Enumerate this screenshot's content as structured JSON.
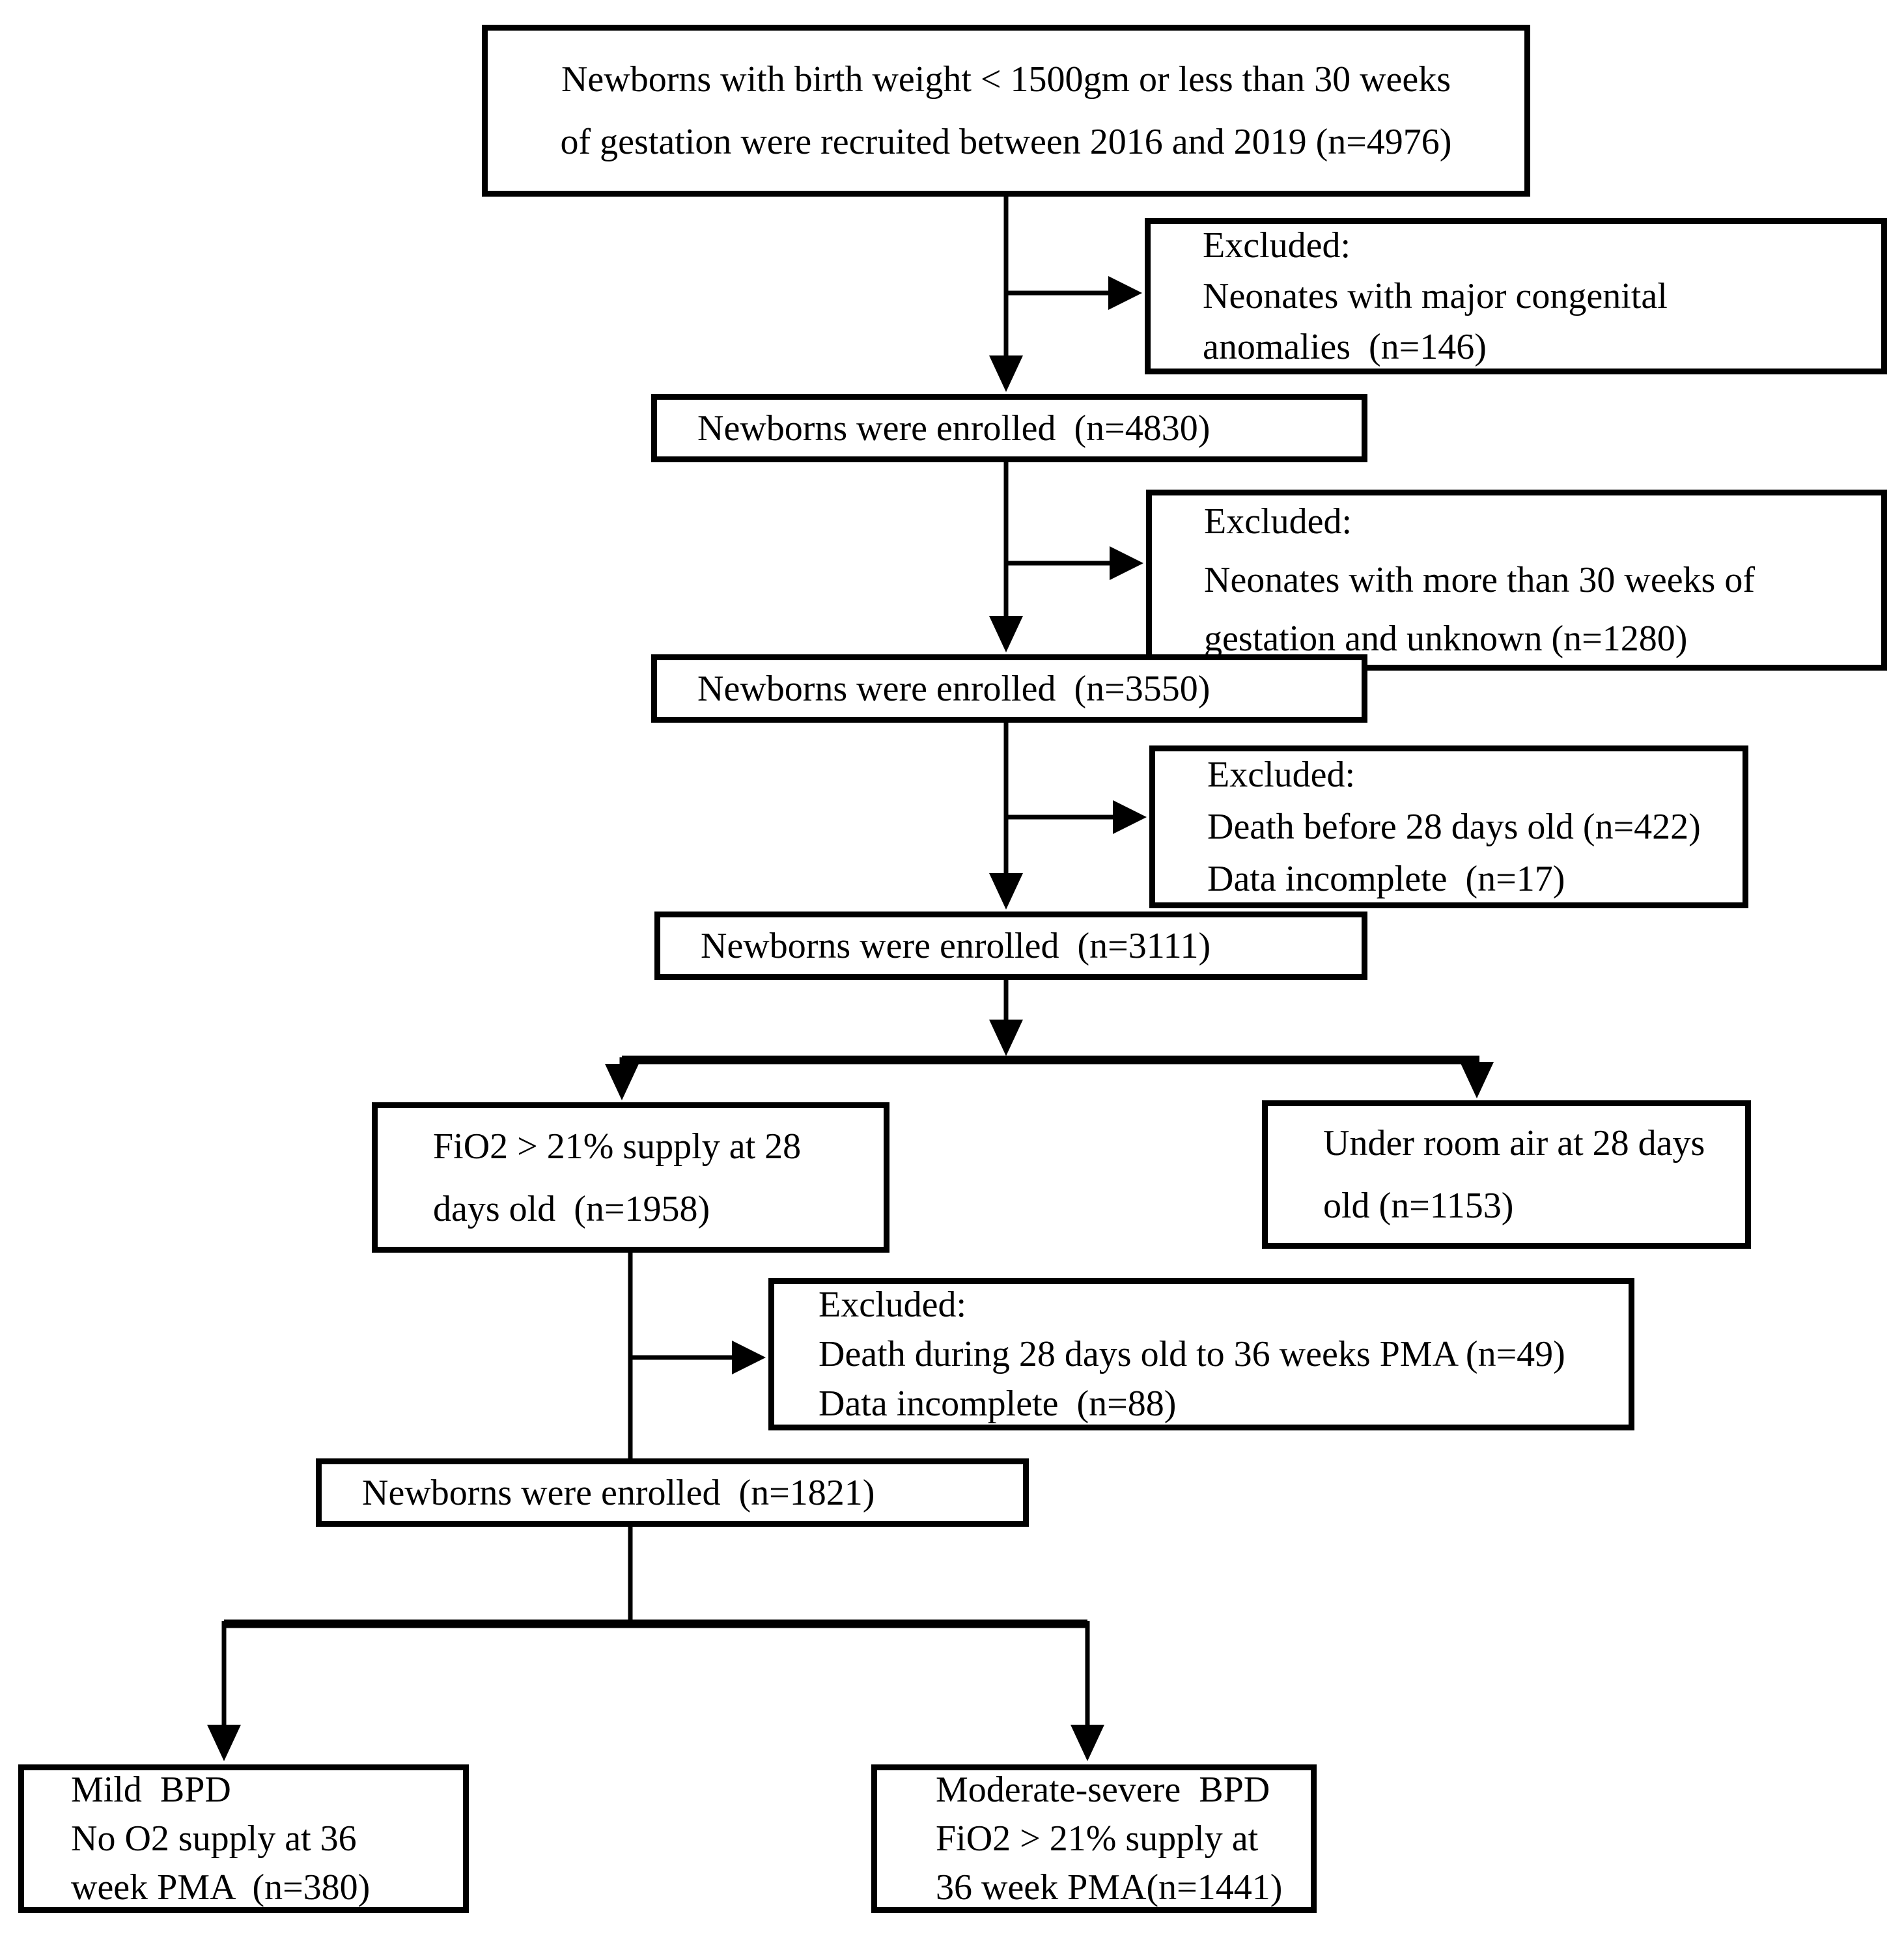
{
  "diagram": {
    "kind": "enrollment-flowchart",
    "colors": {
      "line": "#000000",
      "box_border": "#000000",
      "background": "#ffffff",
      "text": "#000000"
    },
    "nodes": {
      "recruited": {
        "lines": [
          "Newborns with birth weight < 1500gm or less than 30 weeks",
          "of gestation were recruited between 2016 and 2019 (n=4976)"
        ]
      },
      "excluded1": {
        "lines": [
          "Excluded:",
          "Neonates with major congenital",
          "anomalies  (n=146)"
        ]
      },
      "enrolled1": {
        "lines": [
          "Newborns were enrolled  (n=4830)"
        ]
      },
      "excluded2": {
        "lines": [
          "Excluded:",
          "Neonates with more than 30 weeks of",
          "gestation and unknown (n=1280)"
        ]
      },
      "enrolled2": {
        "lines": [
          "Newborns were enrolled  (n=3550)"
        ]
      },
      "excluded3": {
        "lines": [
          "Excluded:",
          "Death before 28 days old (n=422)",
          "Data incomplete  (n=17)"
        ]
      },
      "enrolled3": {
        "lines": [
          "Newborns were enrolled  (n=3111)"
        ]
      },
      "fio2_28days": {
        "lines": [
          "FiO2 > 21% supply at 28",
          "days old  (n=1958)"
        ]
      },
      "room_air_28days": {
        "lines": [
          "Under room air at 28 days",
          "old (n=1153)"
        ]
      },
      "excluded4": {
        "lines": [
          "Excluded:",
          "Death during 28 days old to 36 weeks PMA (n=49)",
          "Data incomplete  (n=88)"
        ]
      },
      "enrolled4": {
        "lines": [
          "Newborns were enrolled  (n=1821)"
        ]
      },
      "mild_bpd": {
        "lines": [
          "Mild  BPD",
          "No O2 supply at 36",
          "week PMA  (n=380)"
        ]
      },
      "moderate_severe_bpd": {
        "lines": [
          "Moderate-severe  BPD",
          "FiO2 > 21% supply at",
          "36 week PMA(n=1441)"
        ]
      }
    }
  }
}
